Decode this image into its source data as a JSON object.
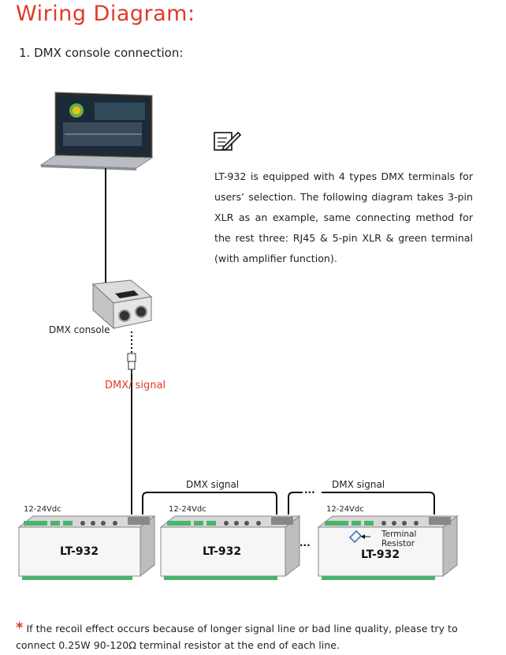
{
  "title": "Wiring Diagram:",
  "subtitle": "1. DMX console connection:",
  "note": {
    "icon": "note-pencil-icon",
    "text": "LT-932 is equipped with 4 types DMX terminals for users’ selection. The following diagram takes 3-pin XLR as an example, same connecting method for the rest three: RJ45 & 5-pin XLR  & green terminal (with amplifier function)."
  },
  "console_label": "DMX console",
  "signal_label_main": "DMX/ signal",
  "signal_label_1": "DMX signal",
  "signal_label_2": "DMX signal",
  "devices": [
    {
      "name": "LT-932",
      "power": "12-24Vdc"
    },
    {
      "name": "LT-932",
      "power": "12-24Vdc"
    },
    {
      "name": "LT-932",
      "power": "12-24Vdc"
    }
  ],
  "terminal_resistor_label": "Terminal\nResistor",
  "footnote": {
    "star": "*",
    "text": "If the recoil effect occurs because of longer signal line or bad line quality, please try to connect 0.25W 90-120Ω terminal resistor at the end of each line."
  },
  "colors": {
    "title": "#e03a2a",
    "accent_red": "#e03a2a",
    "terminal_green": "#49b46c"
  }
}
